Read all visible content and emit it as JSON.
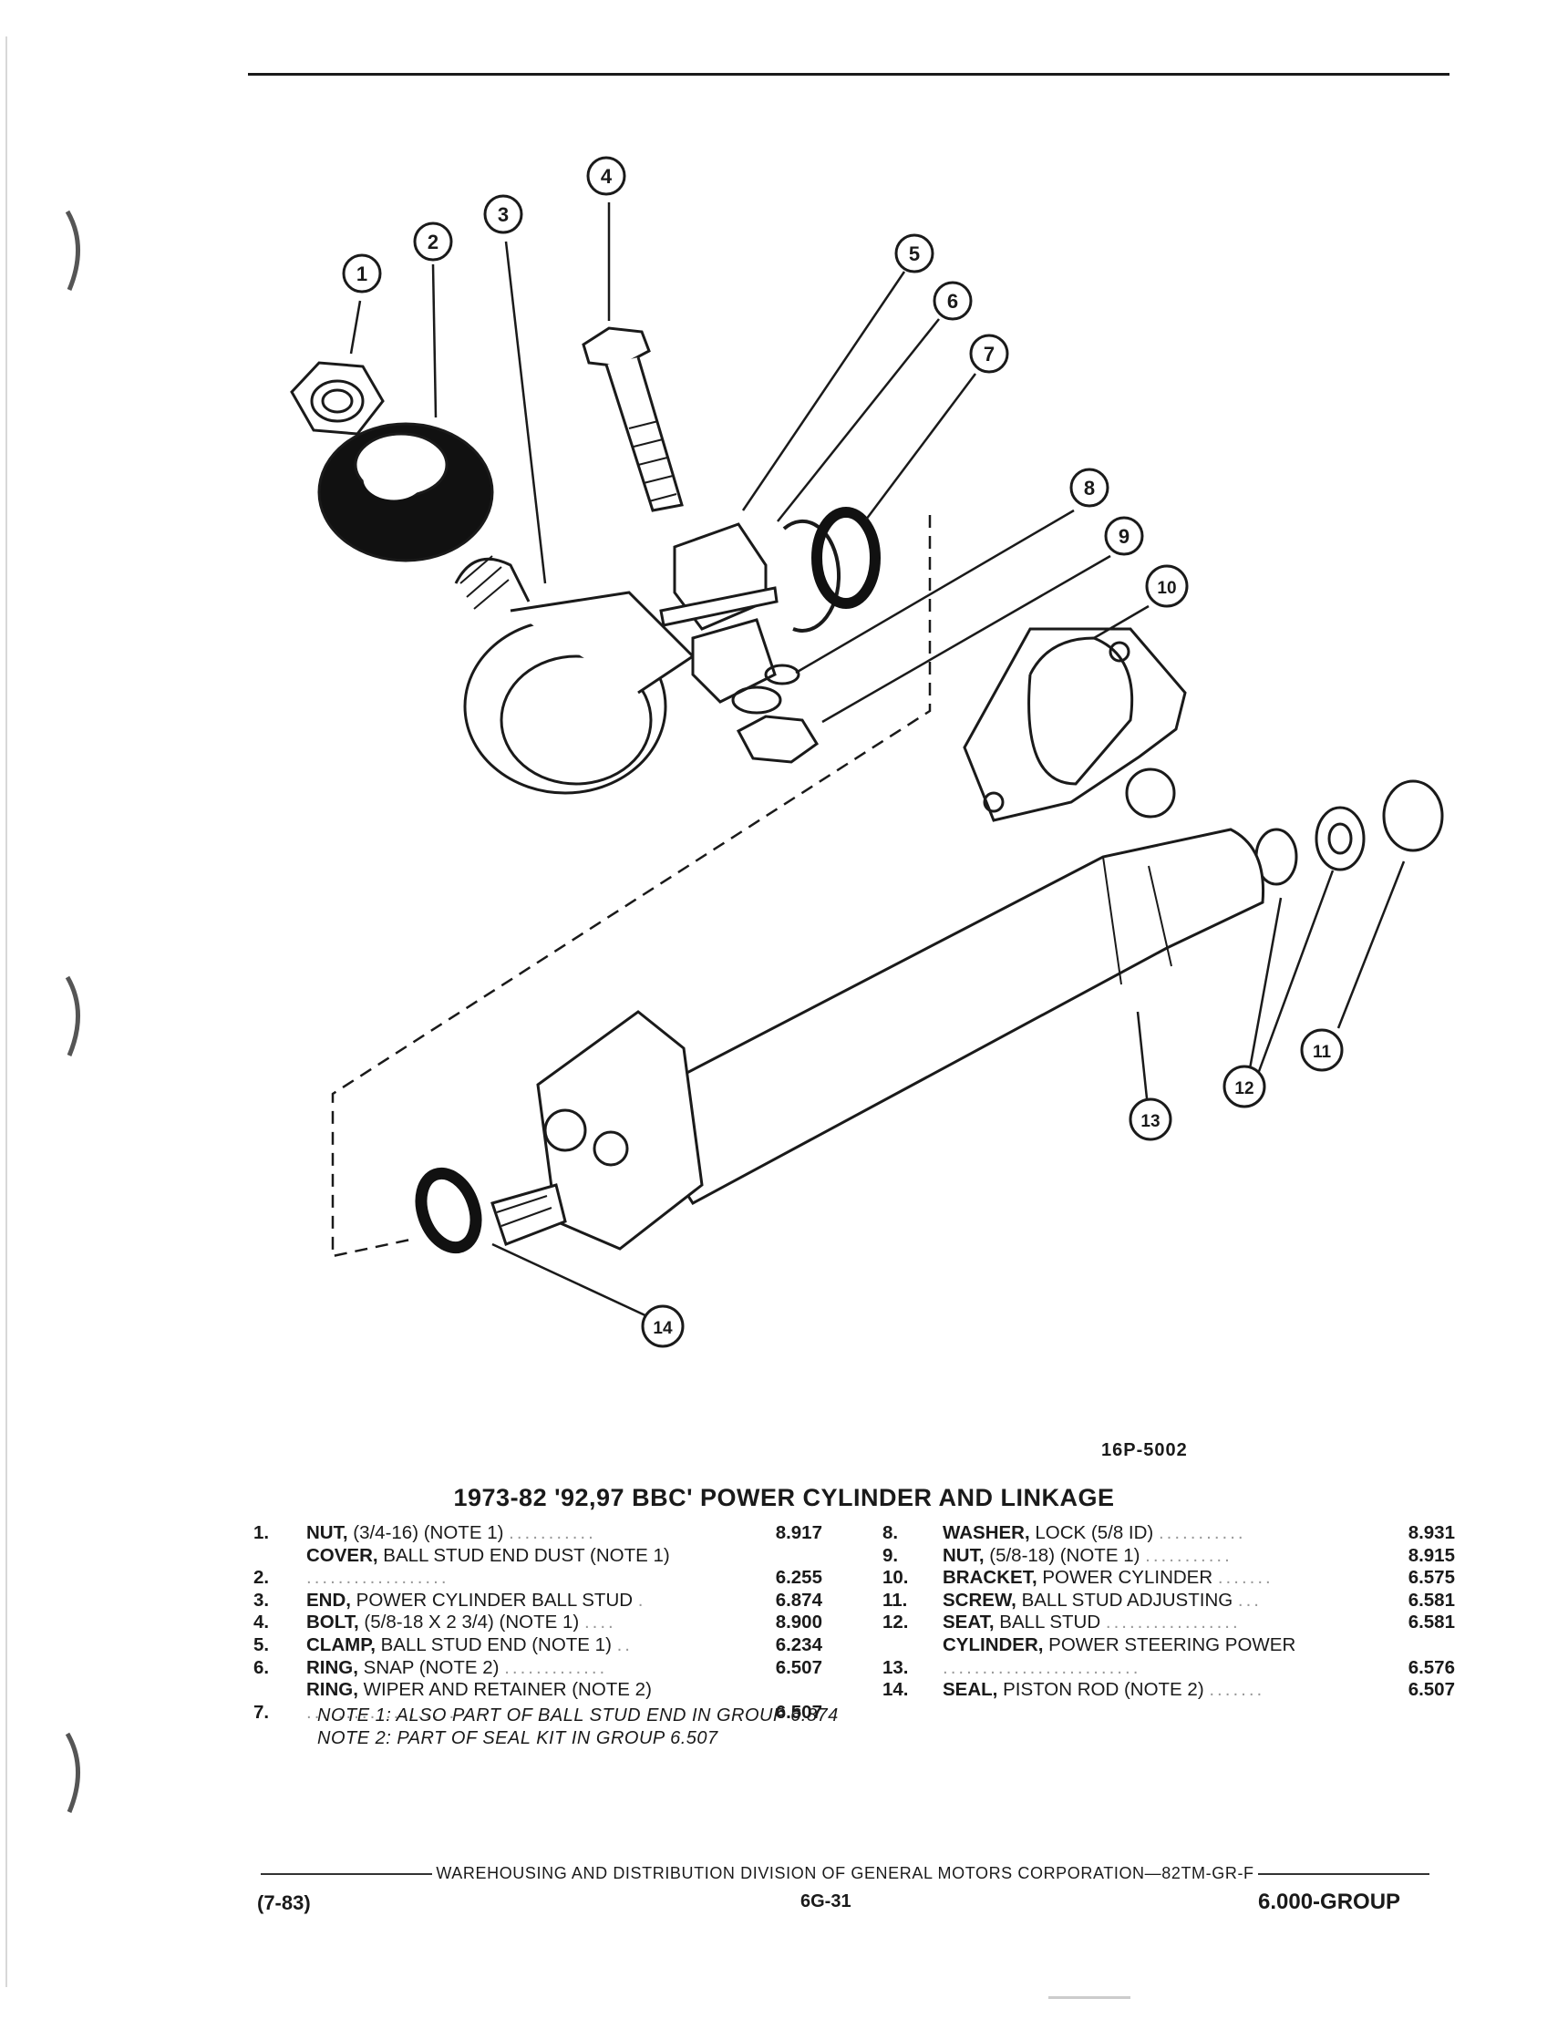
{
  "figure": {
    "callouts": [
      "1",
      "2",
      "3",
      "4",
      "5",
      "6",
      "7",
      "8",
      "9",
      "10",
      "11",
      "12",
      "13",
      "14"
    ],
    "figure_id": "16P-5002"
  },
  "title": "1973-82 '92,97 BBC' POWER CYLINDER AND LINKAGE",
  "parts_left": [
    {
      "num": "1.",
      "name": "NUT,",
      "detail": " (3/4-16) (NOTE 1)",
      "ref": "8.917"
    },
    {
      "num": "2.",
      "name": "COVER,",
      "detail": " BALL STUD END DUST (NOTE 1)",
      "ref": "6.255"
    },
    {
      "num": "3.",
      "name": "END,",
      "detail": " POWER CYLINDER BALL STUD",
      "ref": "6.874"
    },
    {
      "num": "4.",
      "name": "BOLT,",
      "detail": " (5/8-18 X 2 3/4) (NOTE 1)",
      "ref": "8.900"
    },
    {
      "num": "5.",
      "name": "CLAMP,",
      "detail": " BALL STUD END (NOTE 1)",
      "ref": "6.234"
    },
    {
      "num": "6.",
      "name": "RING,",
      "detail": " SNAP (NOTE 2)",
      "ref": "6.507"
    },
    {
      "num": "7.",
      "name": "RING,",
      "detail": " WIPER AND RETAINER (NOTE 2)",
      "ref": "6.507"
    }
  ],
  "parts_right": [
    {
      "num": "8.",
      "name": "WASHER,",
      "detail": " LOCK (5/8 ID)",
      "ref": "8.931"
    },
    {
      "num": "9.",
      "name": "NUT,",
      "detail": " (5/8-18) (NOTE 1)",
      "ref": "8.915"
    },
    {
      "num": "10.",
      "name": "BRACKET,",
      "detail": " POWER CYLINDER",
      "ref": "6.575"
    },
    {
      "num": "11.",
      "name": "SCREW,",
      "detail": " BALL STUD ADJUSTING",
      "ref": "6.581"
    },
    {
      "num": "12.",
      "name": "SEAT,",
      "detail": " BALL STUD",
      "ref": "6.581"
    },
    {
      "num": "13.",
      "name": "CYLINDER,",
      "detail": " POWER STEERING POWER",
      "ref": "6.576"
    },
    {
      "num": "14.",
      "name": "SEAL,",
      "detail": " PISTON ROD (NOTE 2)",
      "ref": "6.507"
    }
  ],
  "notes": [
    "NOTE 1: ALSO PART OF BALL STUD END IN GROUP 6.874",
    "NOTE 2: PART OF SEAL KIT IN GROUP 6.507"
  ],
  "footer": {
    "line": "WAREHOUSING AND DISTRIBUTION DIVISION OF GENERAL MOTORS CORPORATION—82TM-GR-F",
    "date": "(7-83)",
    "page": "6G-31",
    "group": "6.000-GROUP"
  }
}
